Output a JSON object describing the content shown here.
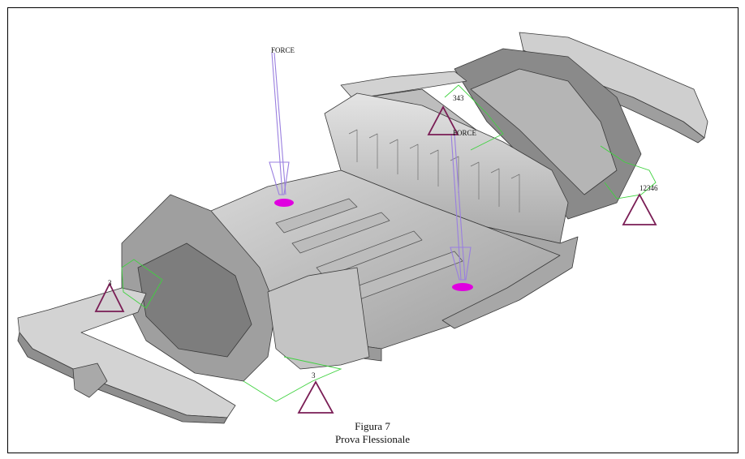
{
  "labels": {
    "force_1": "FORCE",
    "force_2": "FORCE",
    "constraint_rear_left": "343",
    "constraint_rear_right": "12346",
    "constraint_front_left": "3",
    "constraint_front_bottom": "3"
  },
  "caption": {
    "line1": "Figura 7",
    "line2": "Prova Flessionale"
  },
  "colors": {
    "force_arrow": "#9a7fe0",
    "force_patch": "#e000e0",
    "constraint": "#7a1d55",
    "spring_lines": "#3fd23f",
    "frame_fill": "#c8c8c8",
    "frame_stroke": "#3a3a3a"
  }
}
